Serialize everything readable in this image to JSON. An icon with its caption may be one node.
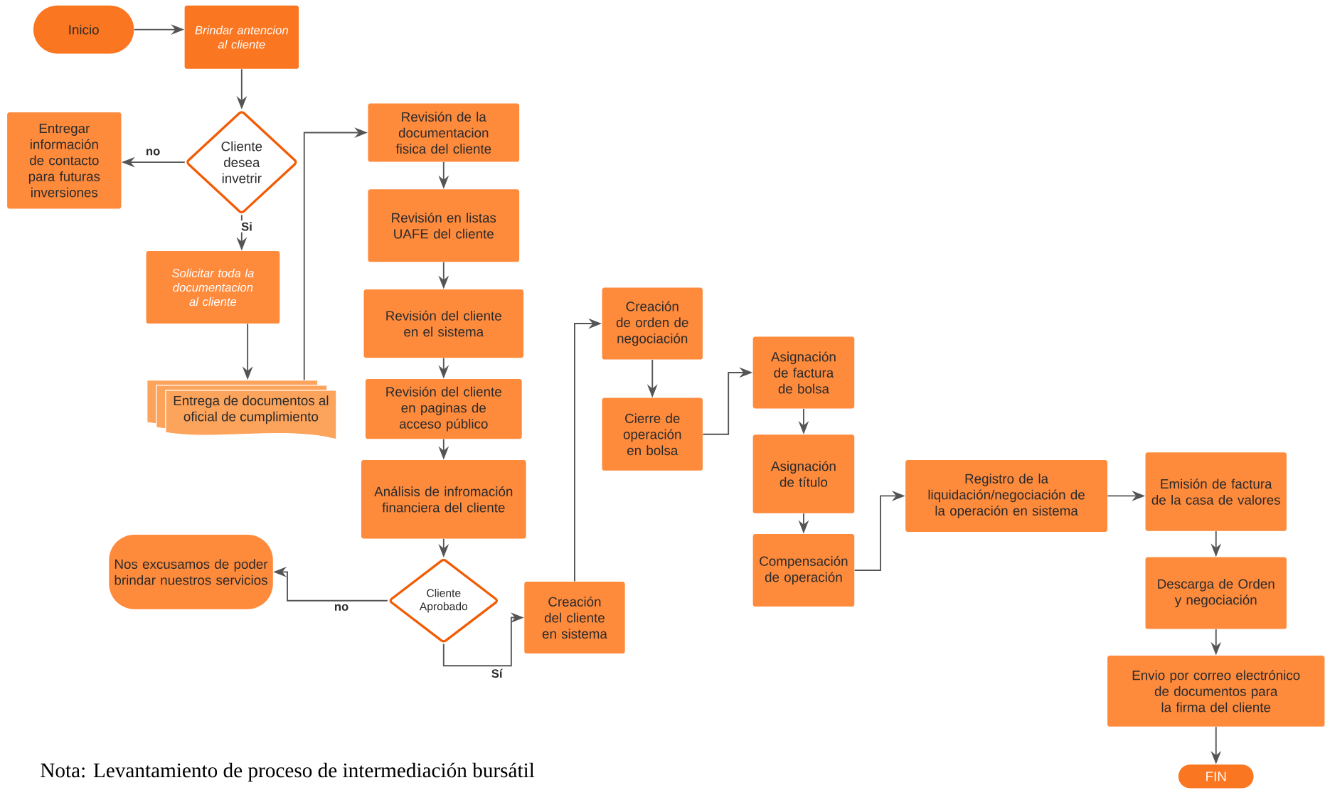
{
  "diagram": {
    "caption": "Nota: Levantamiento de proceso de intermediación bursátil",
    "nodes": [
      {
        "text": [
          "Inicio"
        ]
      },
      {
        "text": [
          "Brindar antencion al cliente"
        ]
      },
      {
        "text": [
          "Cliente desea invetrir"
        ]
      },
      {
        "text": [
          "Entregar información de contacto para futuras inversiones"
        ]
      },
      {
        "text": [
          "Solicitar toda la documentacion al cliente"
        ]
      },
      {
        "text": [
          "Entrega de documentos al oficial de cumplimiento"
        ]
      },
      {
        "text": [
          "Revisión de la documentacion fisica del cliente"
        ]
      },
      {
        "text": [
          "Revisión en listas UAFE del cliente"
        ]
      },
      {
        "text": [
          "Revisión del cliente en el sistema"
        ]
      },
      {
        "text": [
          "Revisión del cliente en paginas de acceso público"
        ]
      },
      {
        "text": [
          "Análisis de infromación financiera del cliente"
        ]
      },
      {
        "text": [
          "Cliente Aprobado"
        ]
      },
      {
        "text": [
          "Nos excusamos de poder brindar nuestros servicios"
        ]
      },
      {
        "text": [
          "Creación del cliente en sistema"
        ]
      },
      {
        "text": [
          "Creación de orden de negociación"
        ]
      },
      {
        "text": [
          "Cierre de operación en bolsa"
        ]
      },
      {
        "text": [
          "Asignación de factura de bolsa"
        ]
      },
      {
        "text": [
          "Asignación de título"
        ]
      },
      {
        "text": [
          "Compensación de operación"
        ]
      },
      {
        "text": [
          "Registro de la liquidación/negociación de la operación en sistema"
        ]
      },
      {
        "text": [
          "Emisión de factura de la casa de valores"
        ]
      },
      {
        "text": [
          "Descarga de Orden y negociación"
        ]
      },
      {
        "text": [
          "Envio por correo electrónico de documentos para la firma del cliente"
        ]
      },
      {
        "text": [
          "FIN"
        ]
      }
    ],
    "edges": [
      {
        "from": 0,
        "to": 1,
        "arrow": "to"
      },
      {
        "from": 1,
        "to": 2,
        "arrow": "to"
      },
      {
        "from": 2,
        "to": 3,
        "arrow": "to",
        "label": "no"
      },
      {
        "from": 2,
        "to": 4,
        "arrow": "to",
        "label": "Si"
      },
      {
        "from": 4,
        "to": 5,
        "arrow": "to"
      },
      {
        "from": 5,
        "to": 6,
        "arrow": "to"
      },
      {
        "from": 6,
        "to": 7,
        "arrow": "to"
      },
      {
        "from": 7,
        "to": 8,
        "arrow": "to"
      },
      {
        "from": 8,
        "to": 9,
        "arrow": "to"
      },
      {
        "from": 9,
        "to": 10,
        "arrow": "to"
      },
      {
        "from": 10,
        "to": 11,
        "arrow": "to"
      },
      {
        "from": 11,
        "to": 12,
        "arrow": "to",
        "label": "no"
      },
      {
        "from": 11,
        "to": 13,
        "arrow": "to",
        "label": "Sí"
      },
      {
        "from": 13,
        "to": 14,
        "arrow": "to"
      },
      {
        "from": 14,
        "to": 15,
        "arrow": "to"
      },
      {
        "from": 15,
        "to": 16,
        "arrow": "to"
      },
      {
        "from": 16,
        "to": 17,
        "arrow": "to"
      },
      {
        "from": 17,
        "to": 18,
        "arrow": "to"
      },
      {
        "from": 18,
        "to": 19,
        "arrow": "to"
      },
      {
        "from": 19,
        "to": 20,
        "arrow": "to"
      },
      {
        "from": 20,
        "to": 21,
        "arrow": "to"
      },
      {
        "from": 21,
        "to": 22,
        "arrow": "to"
      },
      {
        "from": 22,
        "to": 23,
        "arrow": "to"
      }
    ]
  }
}
